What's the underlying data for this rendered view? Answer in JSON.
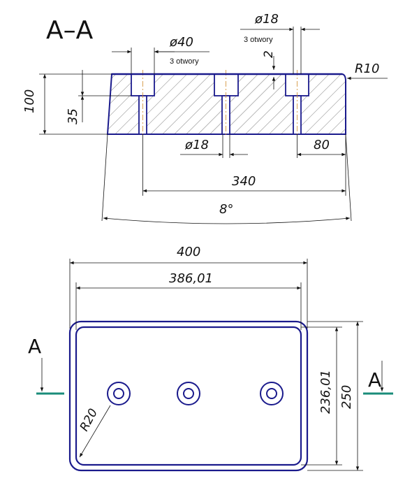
{
  "section": {
    "title": "A–A",
    "labels": {
      "d18_top": "ø18",
      "d18_note": "3 otwory",
      "d40": "ø40",
      "d40_note": "3 otwory",
      "depth_2": "2",
      "r10": "R10",
      "h100": "100",
      "h35": "35",
      "d18_bottom": "ø18",
      "w80": "80",
      "w340": "340",
      "angle": "8°"
    }
  },
  "plan": {
    "labels": {
      "w400": "400",
      "w386": "386,01",
      "h236": "236,01",
      "h250": "250",
      "r20": "R20",
      "cut_left": "A",
      "cut_right": "A"
    }
  },
  "colors": {
    "outline": "#1a1a8c",
    "cut_mark": "#1a8c7a",
    "dimension": "#111111"
  }
}
